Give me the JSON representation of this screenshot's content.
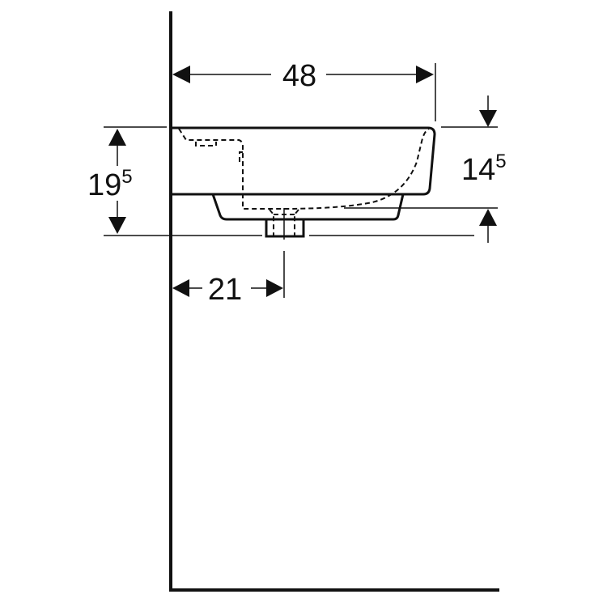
{
  "diagram": {
    "type": "technical-drawing",
    "subject": "wall-mounted washbasin side elevation",
    "colors": {
      "line": "#111111",
      "background": "#ffffff"
    },
    "dimensions": {
      "depth": {
        "value": "48",
        "orientation": "horizontal"
      },
      "total_height": {
        "value": "19",
        "superscript": "5",
        "orientation": "vertical"
      },
      "rim_to_underside": {
        "value": "14",
        "superscript": "5",
        "orientation": "vertical"
      },
      "wall_to_drain": {
        "value": "21",
        "orientation": "horizontal"
      }
    },
    "elements": [
      "wall-line",
      "floor-line",
      "basin-body",
      "basin-base",
      "drain-outlet",
      "dashed-bowl-contour",
      "overflow-channel"
    ]
  }
}
